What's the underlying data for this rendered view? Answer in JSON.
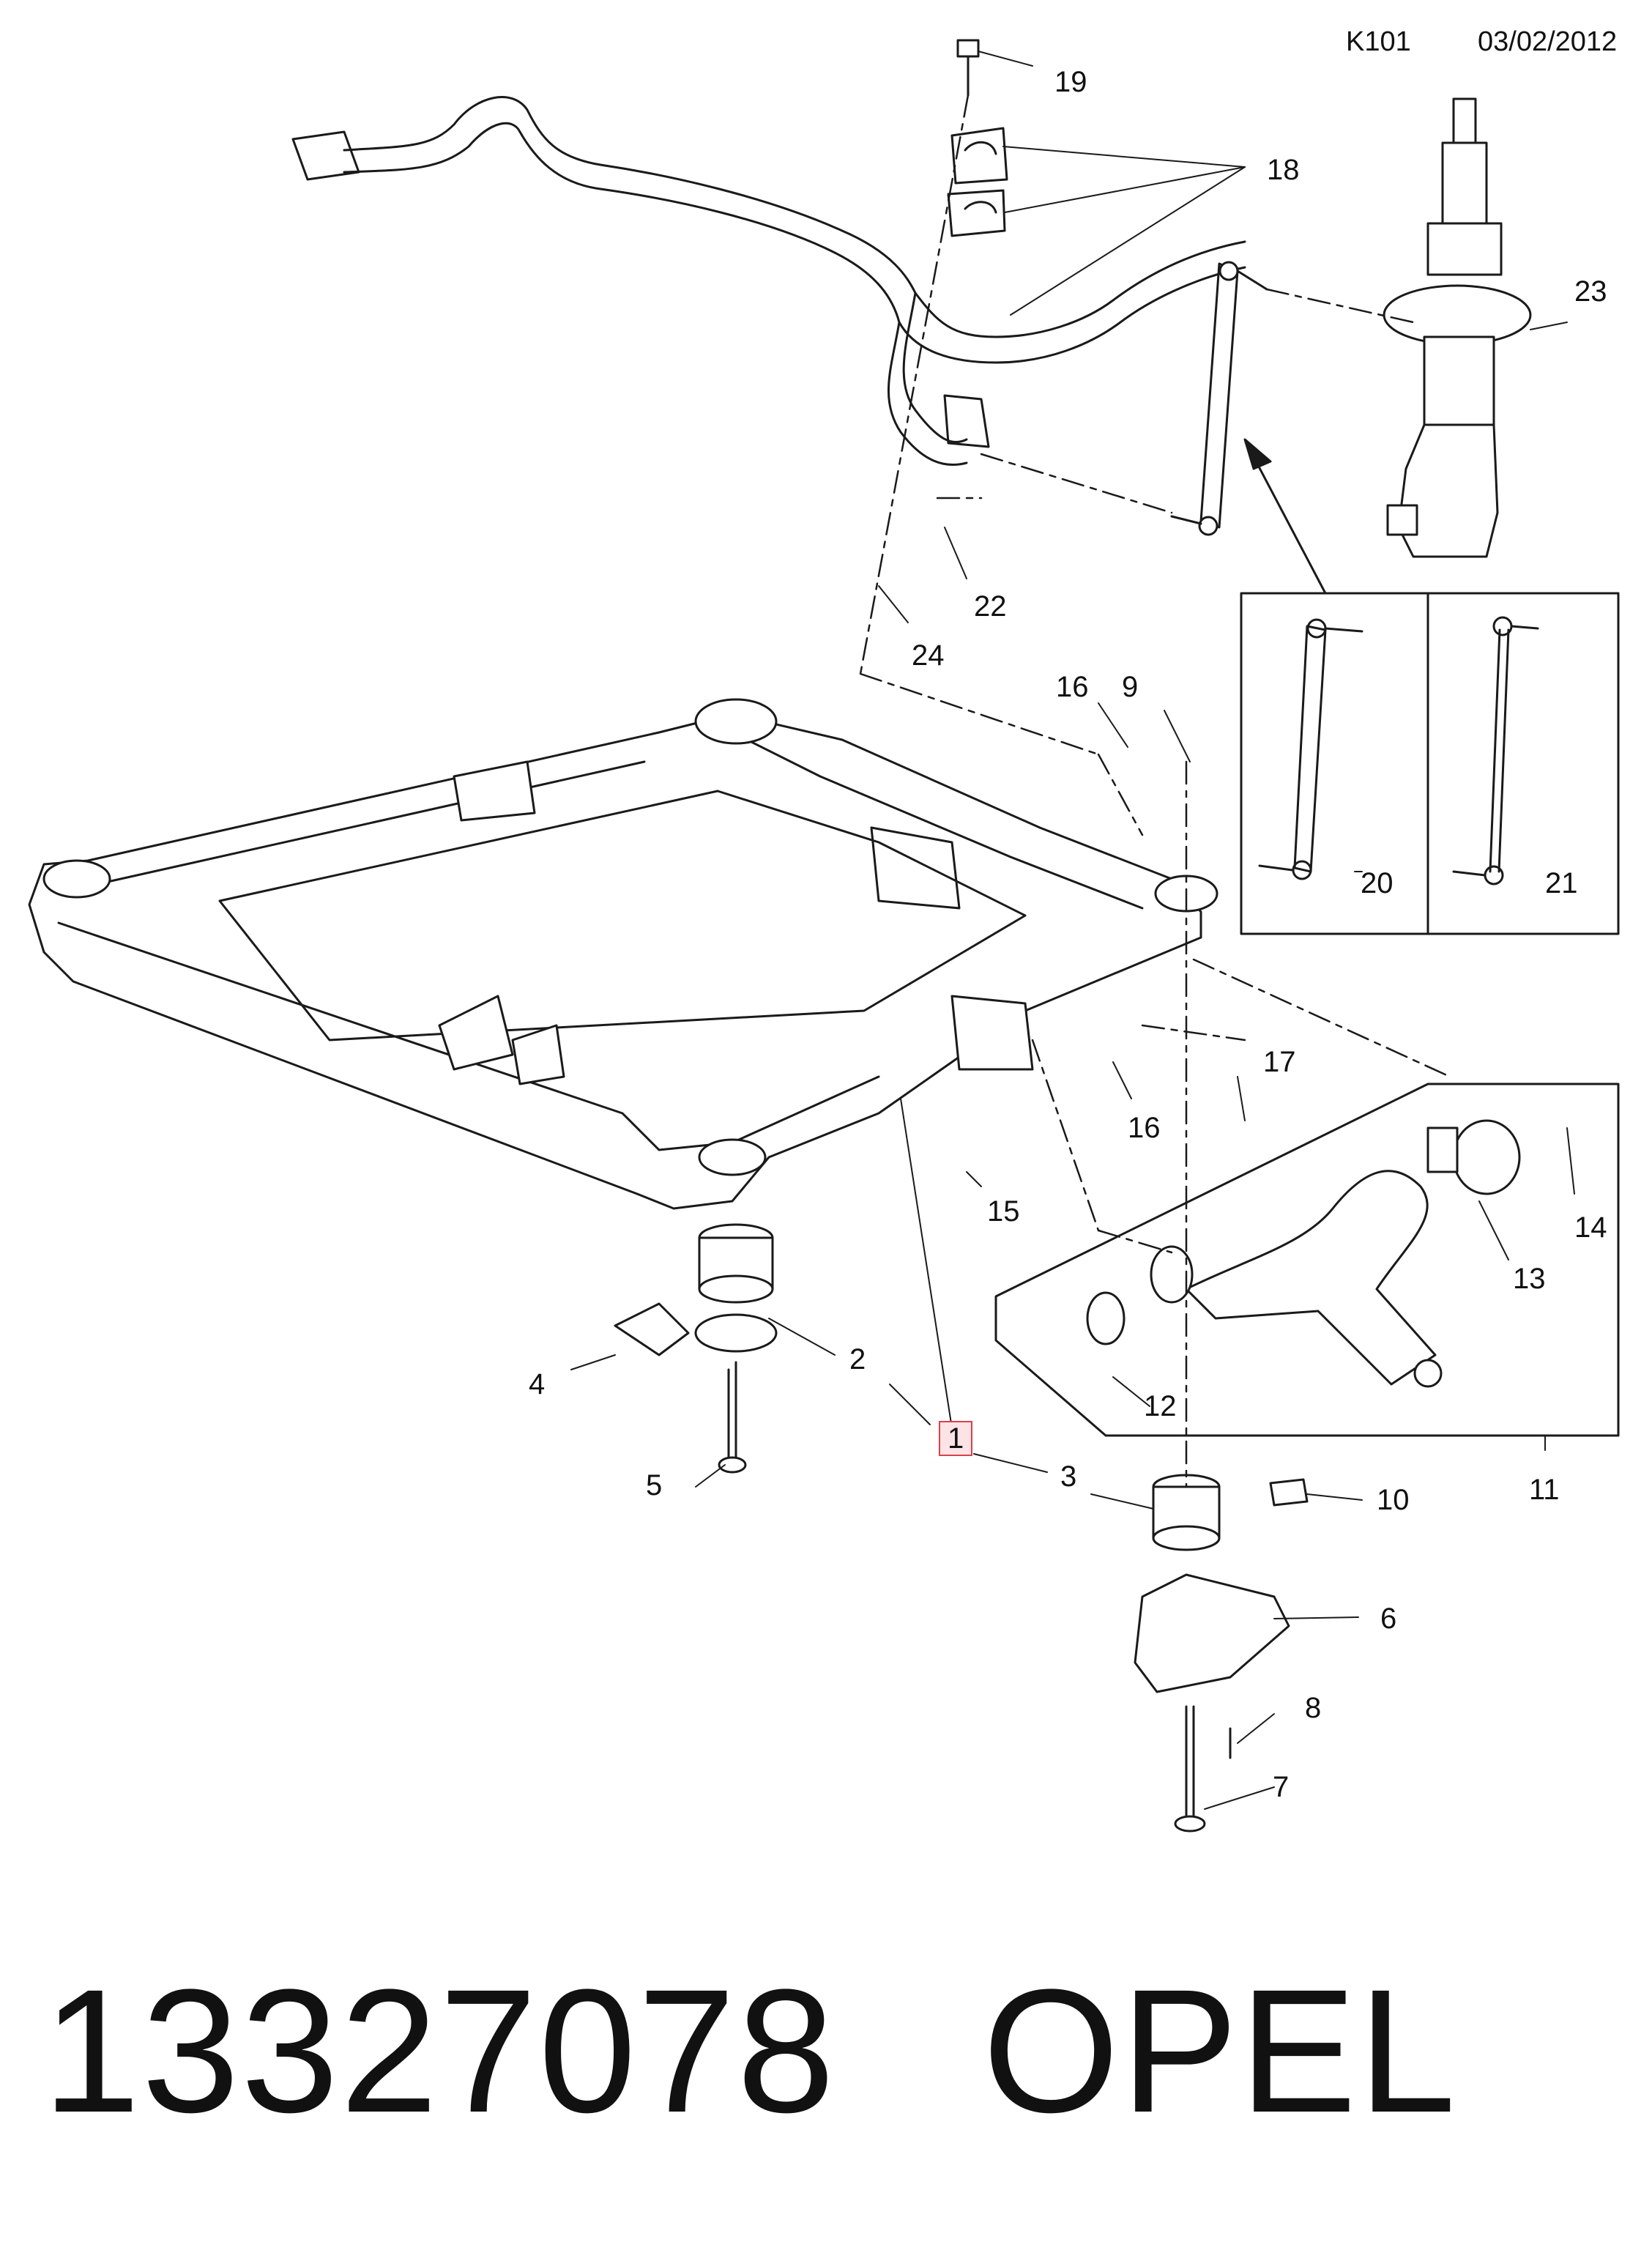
{
  "header": {
    "code": "K101",
    "date": "03/02/2012"
  },
  "callouts": {
    "c1": "1",
    "c2": "2",
    "c3": "3",
    "c4": "4",
    "c5": "5",
    "c6": "6",
    "c7": "7",
    "c8": "8",
    "c9": "9",
    "c10": "10",
    "c11": "11",
    "c12": "12",
    "c13": "13",
    "c14": "14",
    "c15": "15",
    "c16a": "16",
    "c16b": "16",
    "c17": "17",
    "c18": "18",
    "c19": "19",
    "c20": "20",
    "c21": "21",
    "c22": "22",
    "c23": "23",
    "c24": "24"
  },
  "footer": {
    "part_number": "13327078",
    "brand": "OPEL"
  },
  "colors": {
    "line": "#1a1a1a",
    "highlight_border": "#d9414b",
    "highlight_fill": "#fbe3e6"
  }
}
